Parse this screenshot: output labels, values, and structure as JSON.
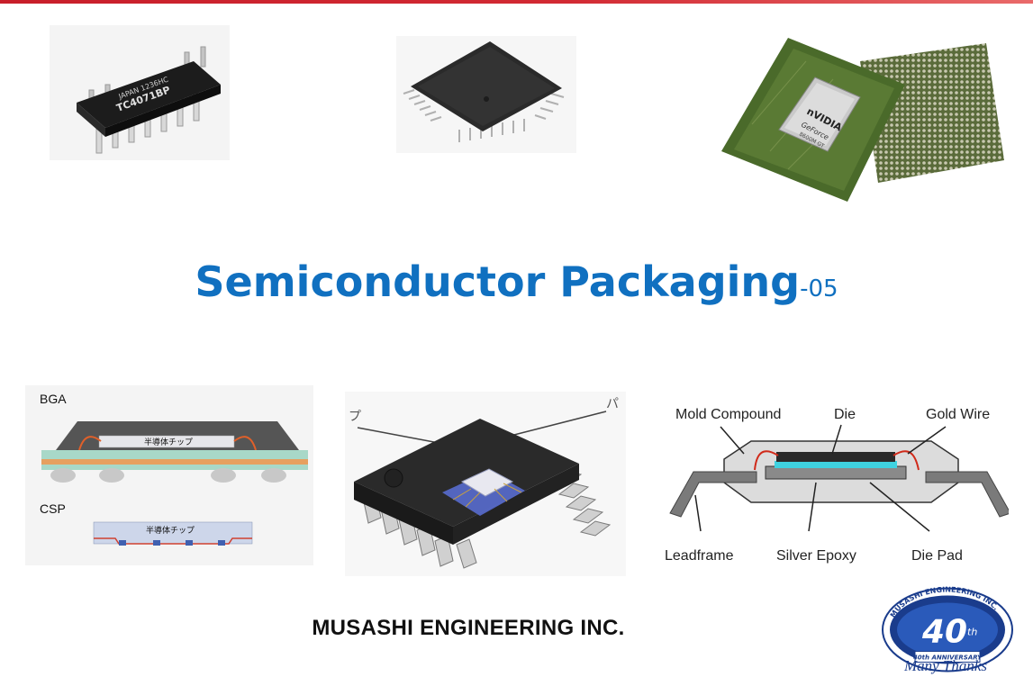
{
  "title": {
    "main": "Semiconductor Packaging",
    "suffix": "-05"
  },
  "photos": {
    "dip": {
      "marking_line1": "JAPAN 1236HC",
      "marking_line2": "TC4071BP"
    },
    "bga": {
      "brand": "nVIDIA",
      "product": "GeForce",
      "model": "8600M GT"
    }
  },
  "bga_csp_diagram": {
    "bga_label": "BGA",
    "csp_label": "CSP",
    "chip_label_bga": "半導体チップ",
    "chip_label_csp": "半導体チップ"
  },
  "qfp_diagram": {
    "label_left_fragment": "プ",
    "label_right_fragment": "パ"
  },
  "cross_section": {
    "mold_compound": "Mold Compound",
    "die": "Die",
    "gold_wire": "Gold Wire",
    "leadframe": "Leadframe",
    "silver_epoxy": "Silver Epoxy",
    "die_pad": "Die Pad"
  },
  "company": "MUSASHI ENGINEERING INC.",
  "logo": {
    "ring_top": "MUSASHI ENGINEERING INC.",
    "number": "40",
    "suffix": "th",
    "ring_bottom": "40th ANNIVERSARY",
    "tagline": "Many Thanks"
  },
  "colors": {
    "title": "#1070c0",
    "top_bar": "#d22a33",
    "logo_blue": "#1a3c8c"
  }
}
